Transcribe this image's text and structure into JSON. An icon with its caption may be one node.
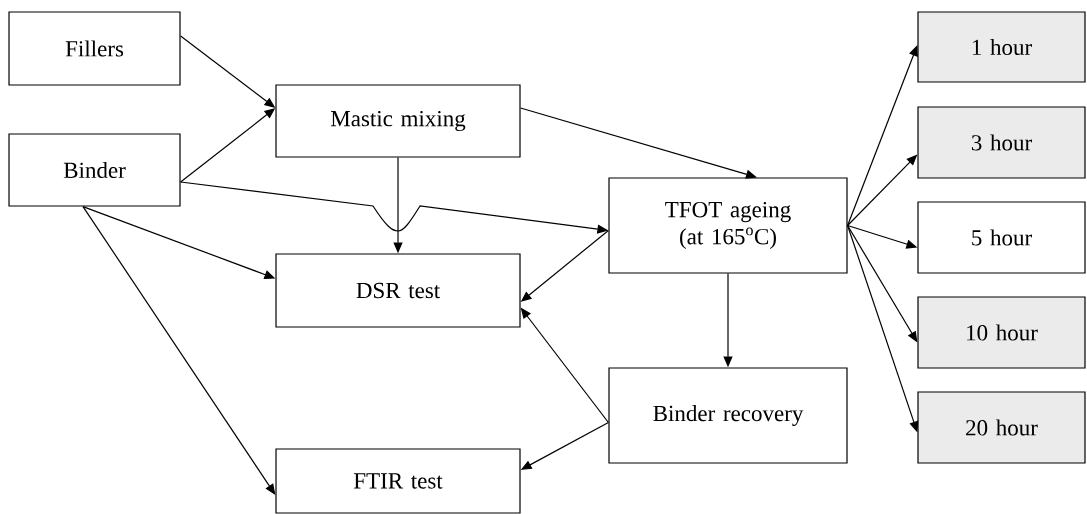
{
  "diagram": {
    "nodes": [
      {
        "text": [
          "Fillers"
        ]
      },
      {
        "text": [
          "Binder"
        ]
      },
      {
        "text": [
          "Mastic mixing"
        ]
      },
      {
        "text": [
          "DSR test"
        ]
      },
      {
        "text": [
          "FTIR test"
        ]
      },
      {
        "text": [
          "TFOT ageing (at 165$^{o}$C)"
        ]
      },
      {
        "text": [
          "Binder recovery"
        ]
      },
      {
        "text": [
          "1 hour"
        ]
      },
      {
        "text": [
          "3 hour"
        ]
      },
      {
        "text": [
          "5 hour"
        ]
      },
      {
        "text": [
          "10 hour"
        ]
      },
      {
        "text": [
          "20 hour"
        ]
      }
    ],
    "edges": [
      {
        "from": 0,
        "to": 2,
        "arrow": "to"
      },
      {
        "from": 1,
        "to": 2,
        "arrow": "to"
      },
      {
        "from": 1,
        "to": 5,
        "arrow": "to"
      },
      {
        "from": 1,
        "to": 3,
        "arrow": "to"
      },
      {
        "from": 1,
        "to": 4,
        "arrow": "to"
      },
      {
        "from": 2,
        "to": 3,
        "arrow": "to"
      },
      {
        "from": 2,
        "to": 5,
        "arrow": "to"
      },
      {
        "from": 5,
        "to": 3,
        "arrow": "to"
      },
      {
        "from": 5,
        "to": 6,
        "arrow": "to"
      },
      {
        "from": 6,
        "to": 3,
        "arrow": "to"
      },
      {
        "from": 6,
        "to": 4,
        "arrow": "to"
      },
      {
        "from": 5,
        "to": 7,
        "arrow": "to"
      },
      {
        "from": 5,
        "to": 8,
        "arrow": "to"
      },
      {
        "from": 5,
        "to": 9,
        "arrow": "to"
      },
      {
        "from": 5,
        "to": 10,
        "arrow": "to"
      },
      {
        "from": 5,
        "to": 11,
        "arrow": "to"
      }
    ]
  }
}
